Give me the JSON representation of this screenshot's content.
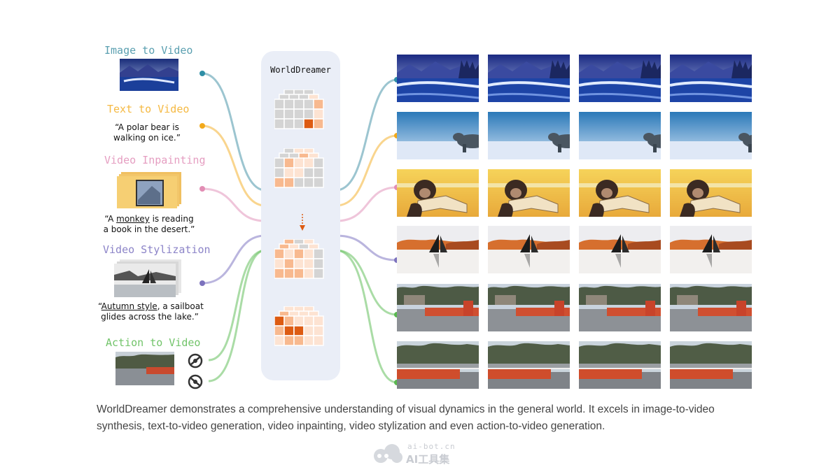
{
  "tasks": [
    {
      "label": "Image to Video",
      "color": "#5a9fb0"
    },
    {
      "label": "Text to Video",
      "color": "#f5b942",
      "prompt_lines": [
        "“A polar bear is",
        "walking on ice.”"
      ]
    },
    {
      "label": "Video Inpainting",
      "color": "#e59ec1",
      "prompt_line1_pre": "“A ",
      "prompt_line1_u": "monkey",
      "prompt_line1_post": " is reading",
      "prompt_line2": "a book in the desert.”"
    },
    {
      "label": "Video Stylization",
      "color": "#8c84c8",
      "prompt_line1_pre": "“",
      "prompt_line1_u": "Autumn style",
      "prompt_line1_post": ", a sailboat",
      "prompt_line2": "glides across the lake.”"
    },
    {
      "label": "Action to Video",
      "color": "#72c46a"
    }
  ],
  "model": {
    "title": "WorldDreamer",
    "cell_color_light": "#fde3d2",
    "cell_color_mid": "#f8b98f",
    "cell_color_dark": "#dd5b12",
    "cell_color_gray": "#d4d4d4"
  },
  "output_rows": [
    {
      "scene": "mountain-lake"
    },
    {
      "scene": "polar-bear"
    },
    {
      "scene": "monkey-reading"
    },
    {
      "scene": "autumn-sailboat"
    },
    {
      "scene": "street-construction"
    },
    {
      "scene": "street-construction-2"
    }
  ],
  "caption": "WorldDreamer demonstrates a comprehensive understanding of visual dynamics in the general world. It excels in image-to-video synthesis, text-to-video generation, video inpainting, video stylization and even action-to-video generation.",
  "watermark": {
    "top": "ai-bot.cn",
    "bottom": "AI工具集"
  }
}
